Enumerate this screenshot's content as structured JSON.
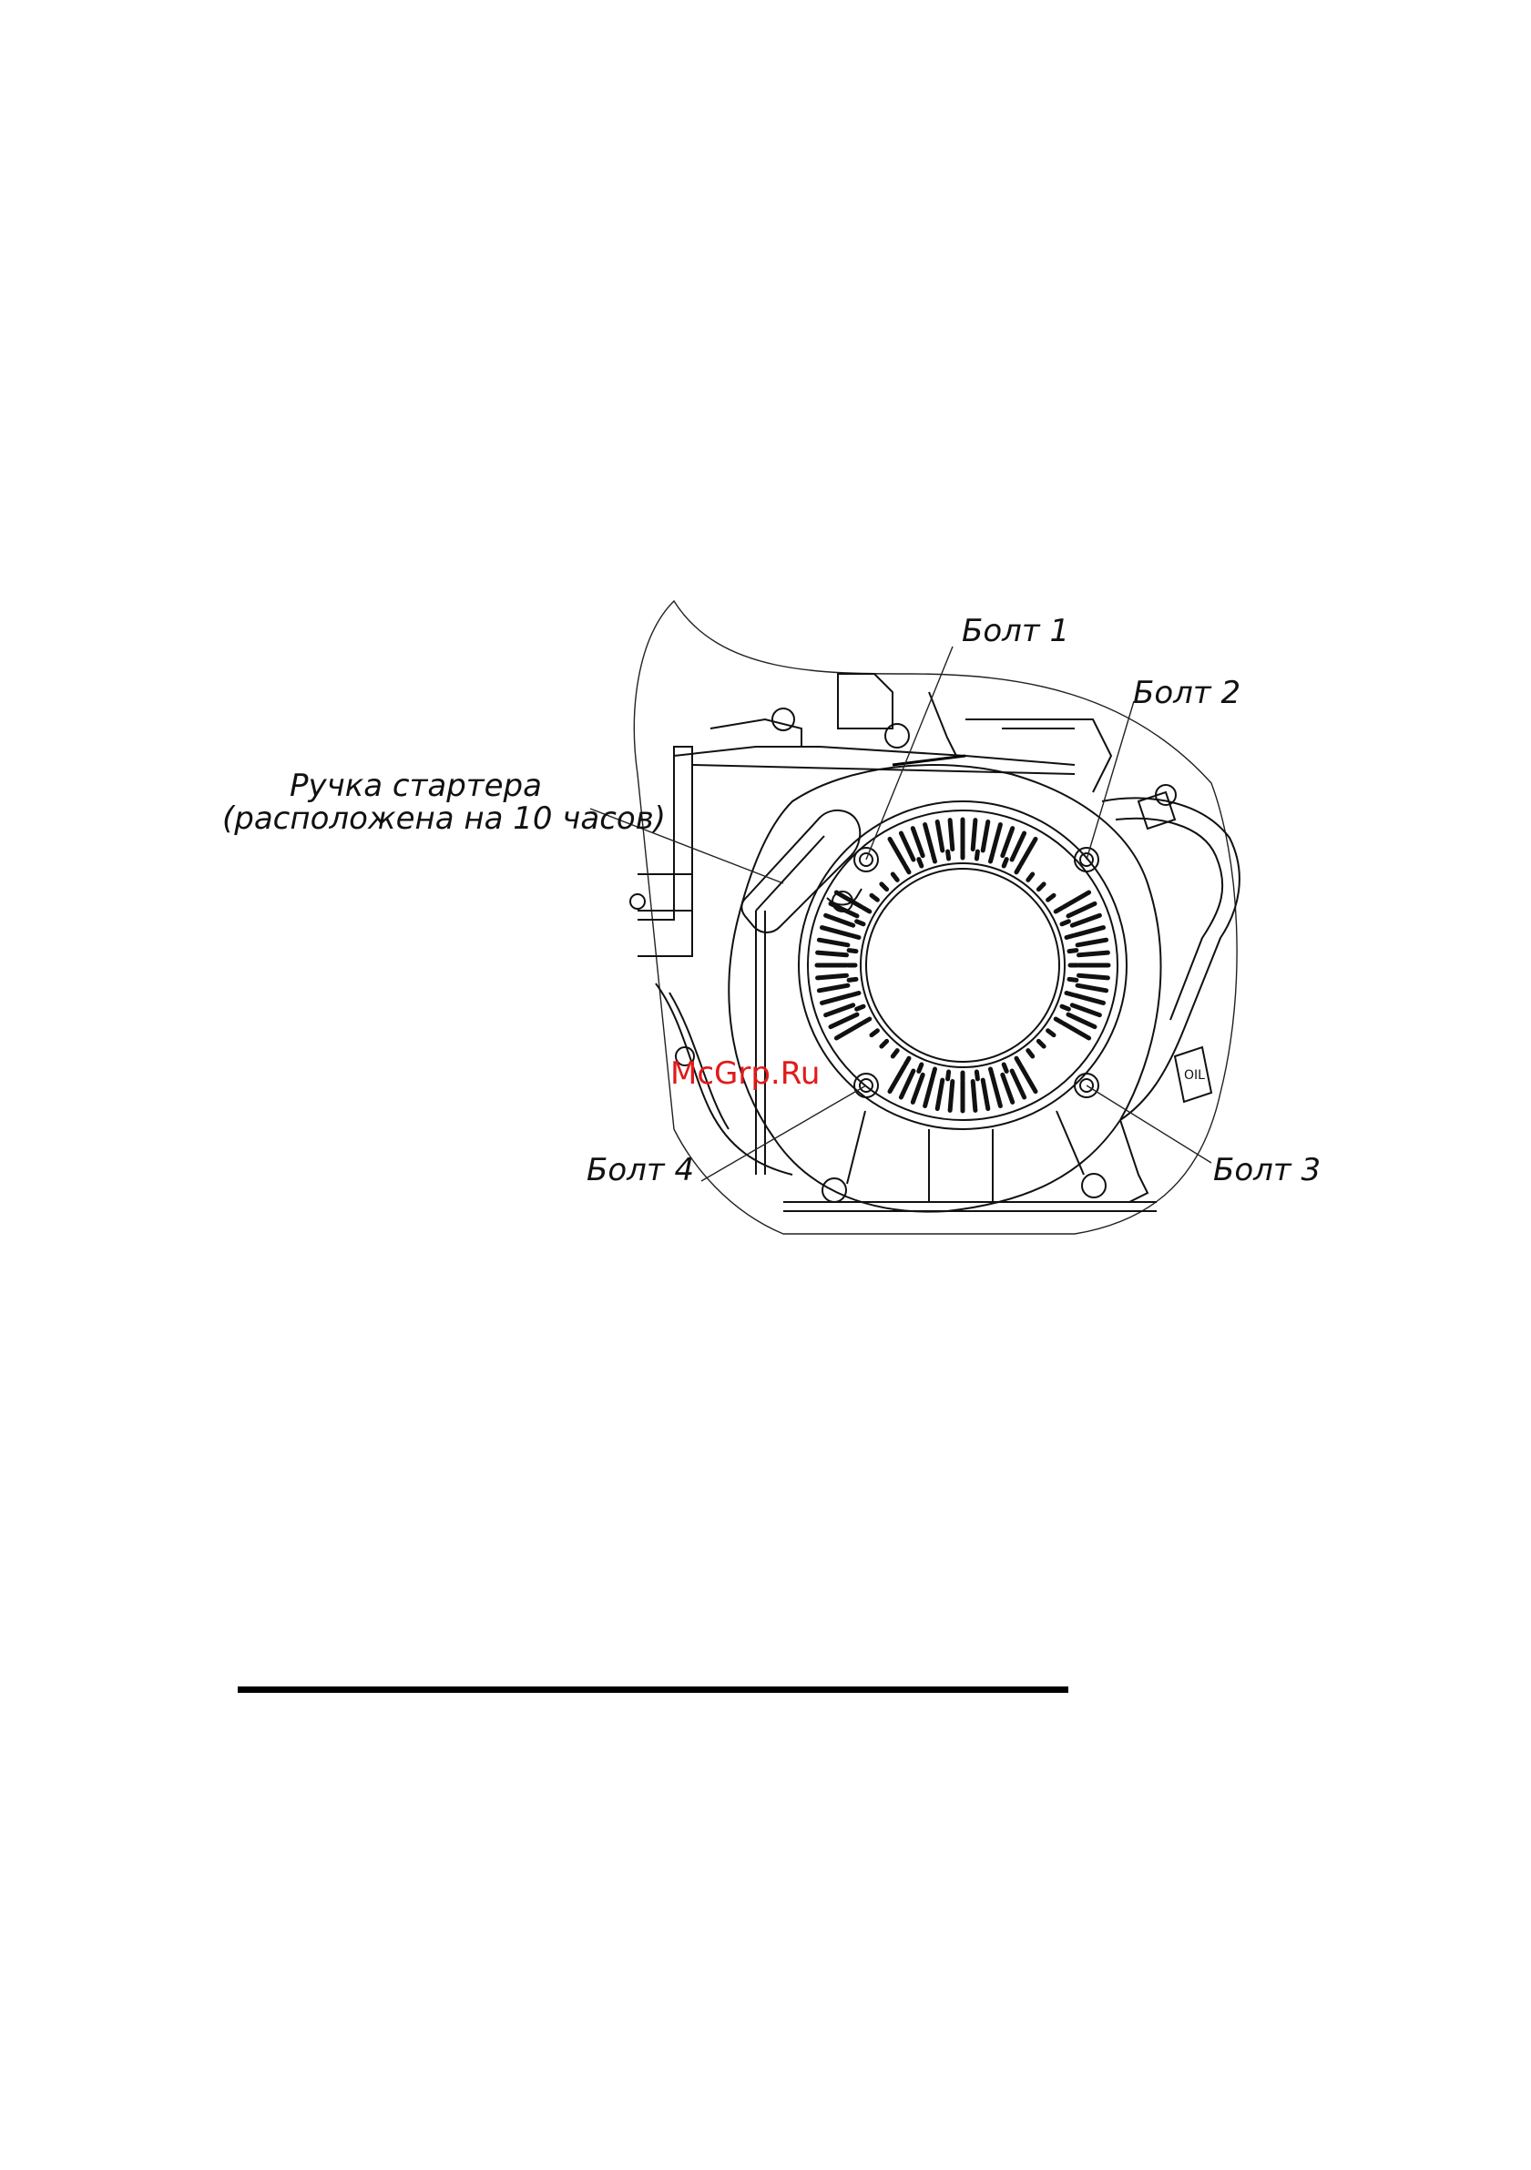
{
  "labels": {
    "bolt1": "Болт 1",
    "bolt2": "Болт 2",
    "bolt3": "Болт 3",
    "bolt4": "Болт 4",
    "starter_handle_line1": "Ручка стартера",
    "starter_handle_line2": "(расположена на 10 часов)"
  },
  "watermark": "McGrp.Ru",
  "colors": {
    "ink": "#111111",
    "watermark": "#e11a1a",
    "background": "#ffffff"
  }
}
